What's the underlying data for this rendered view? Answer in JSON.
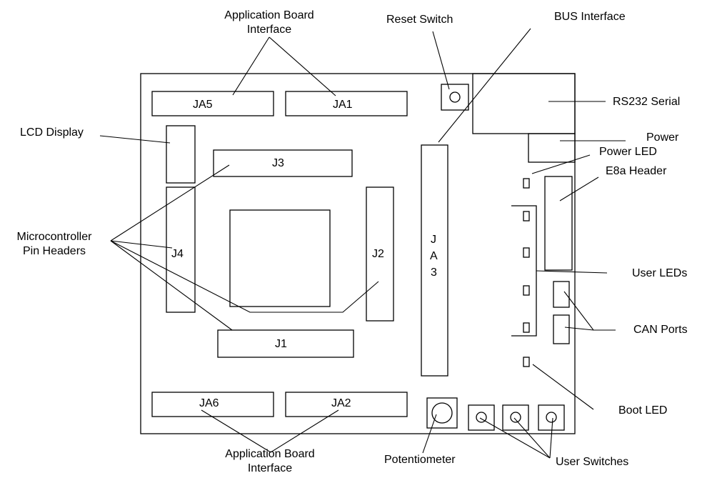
{
  "components": {
    "ja5": "JA5",
    "ja1": "JA1",
    "ja6": "JA6",
    "ja2": "JA2",
    "j1": "J1",
    "j2": "J2",
    "j3": "J3",
    "j4": "J4",
    "ja3": [
      "J",
      "A",
      "3"
    ]
  },
  "labels": {
    "app_board_top_line1": "Application Board",
    "app_board_top_line2": "Interface",
    "reset_switch": "Reset Switch",
    "bus_interface": "BUS Interface",
    "lcd_display": "LCD Display",
    "rs232_serial": "RS232 Serial",
    "power": "Power",
    "power_led": "Power LED",
    "e8a_header": "E8a Header",
    "micro_line1": "Microcontroller",
    "micro_line2": "Pin Headers",
    "user_leds": "User LEDs",
    "can_ports": "CAN Ports",
    "boot_led": "Boot LED",
    "app_board_bottom_line1": "Application Board",
    "app_board_bottom_line2": "Interface",
    "potentiometer": "Potentiometer",
    "user_switches": "User Switches"
  }
}
